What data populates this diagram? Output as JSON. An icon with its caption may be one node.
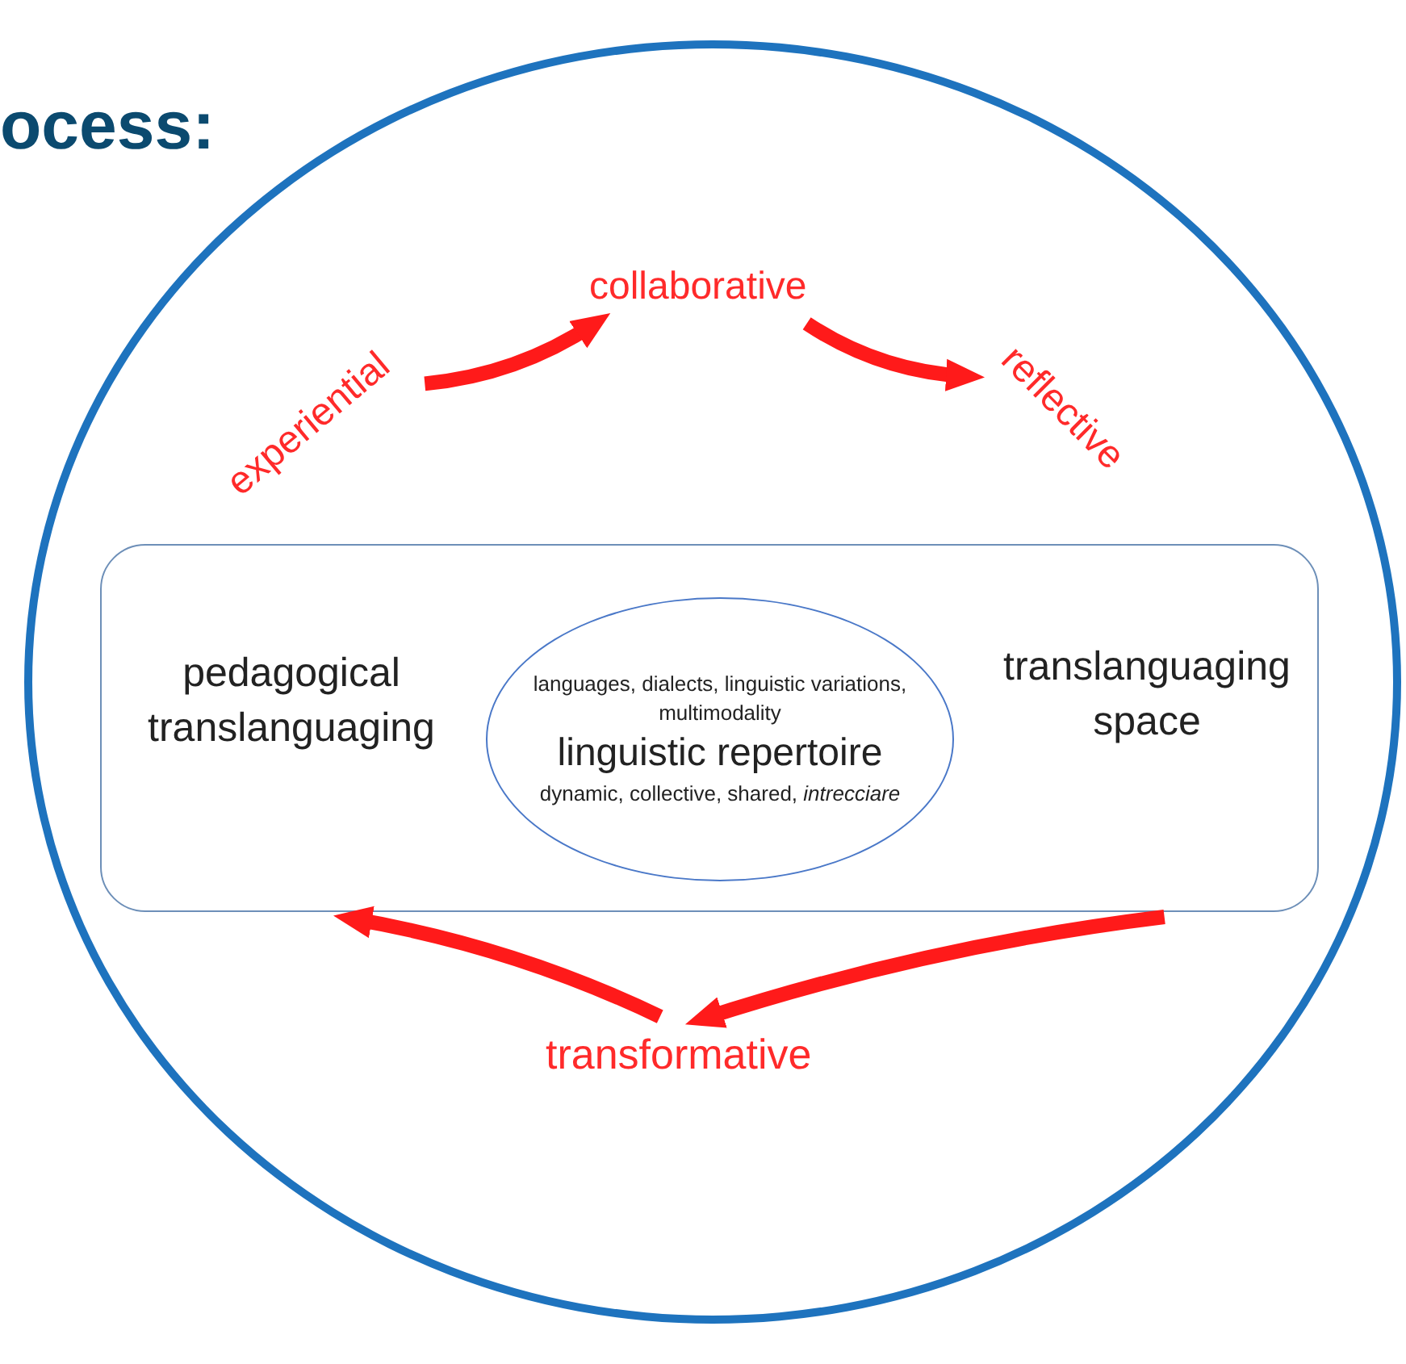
{
  "diagram": {
    "title": "ocess:",
    "nodes": [
      {
        "text": [],
        "shape": "circle"
      },
      {
        "text": [
          "experiential"
        ],
        "in": 0
      },
      {
        "text": [
          "collaborative"
        ],
        "in": 0
      },
      {
        "text": [
          "reflective"
        ],
        "in": 0
      },
      {
        "text": [
          "pedagogical translanguaging",
          "translanguaging space"
        ],
        "in": 0
      },
      {
        "text": [
          "languages, dialects, linguistic variations, multimodality",
          "linguistic repertoire",
          "dynamic, collective, shared, *intrecciare*"
        ],
        "in": 4
      },
      {
        "text": [
          "transformative"
        ],
        "in": 0
      }
    ],
    "edges": [
      {
        "from": 1,
        "to": 2,
        "arrow": "to"
      },
      {
        "from": 2,
        "to": 3,
        "arrow": "to"
      },
      {
        "from": 4,
        "to": 6,
        "arrow": "to"
      },
      {
        "from": 6,
        "to": 4,
        "arrow": "to"
      }
    ]
  }
}
